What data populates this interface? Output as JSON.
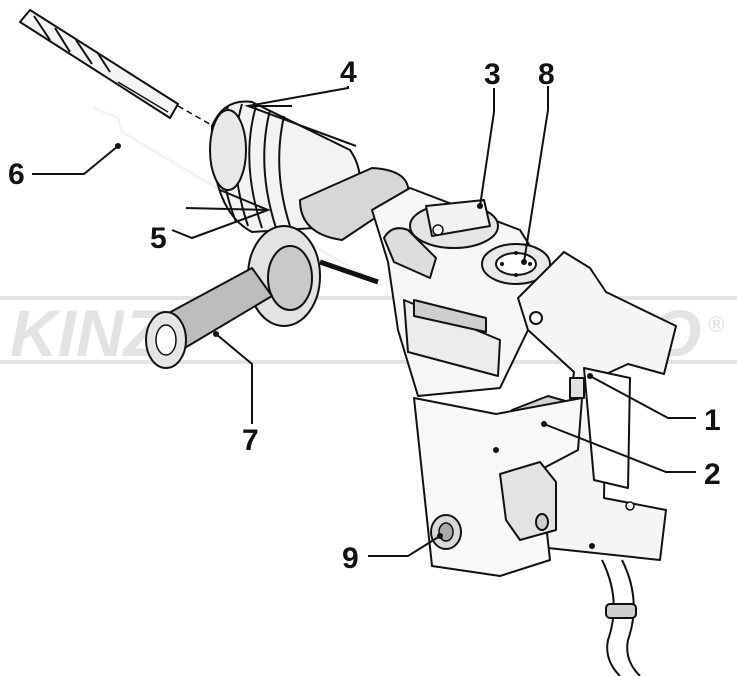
{
  "watermark": {
    "text": "KINZO",
    "registered_mark": "®",
    "color": "#e3e3e3"
  },
  "callouts": [
    {
      "id": "1",
      "label": "1"
    },
    {
      "id": "2",
      "label": "2"
    },
    {
      "id": "3",
      "label": "3"
    },
    {
      "id": "4",
      "label": "4"
    },
    {
      "id": "5",
      "label": "5"
    },
    {
      "id": "6",
      "label": "6"
    },
    {
      "id": "7",
      "label": "7"
    },
    {
      "id": "8",
      "label": "8"
    },
    {
      "id": "9",
      "label": "9"
    }
  ],
  "colors": {
    "outline": "#111111",
    "body_fill": "#f7f7f7",
    "shade_light": "#e6e6e6",
    "shade_mid": "#cfcfcf",
    "shade_dark": "#999999"
  }
}
